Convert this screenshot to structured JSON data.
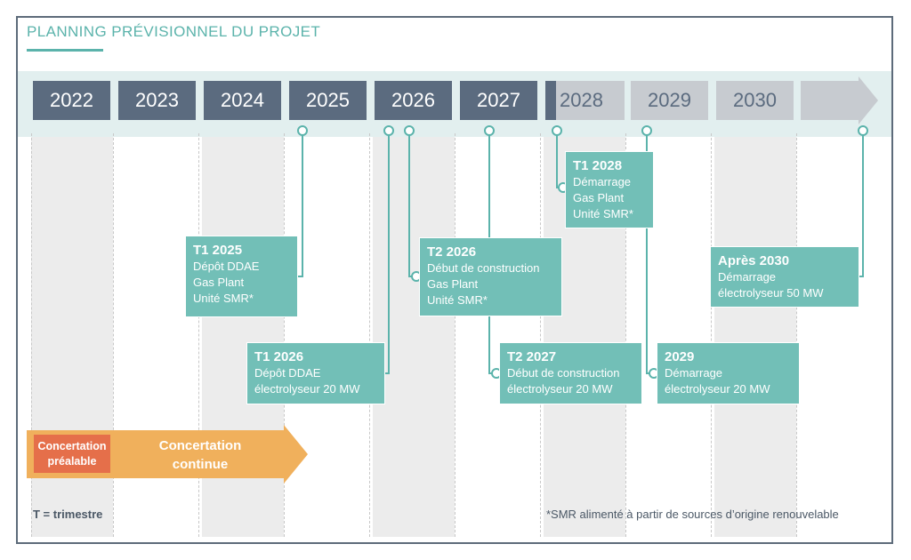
{
  "title": "PLANNING PRÉVISIONNEL DU PROJET",
  "years": [
    "2022",
    "2023",
    "2024",
    "2025",
    "2026",
    "2027",
    "2028",
    "2029",
    "2030"
  ],
  "milestones": [
    {
      "title": "T1 2025",
      "lines": [
        "Dépôt DDAE",
        "Gas Plant",
        "Unité SMR*"
      ]
    },
    {
      "title": "T1 2026",
      "lines": [
        "Dépôt DDAE",
        "électrolyseur 20 MW"
      ]
    },
    {
      "title": "T2 2026",
      "lines": [
        "Début de construction",
        "Gas Plant",
        "Unité SMR*"
      ]
    },
    {
      "title": "T2 2027",
      "lines": [
        "Début de construction",
        "électrolyseur 20 MW"
      ]
    },
    {
      "title": "T1 2028",
      "lines": [
        "Démarrage",
        "Gas Plant",
        "Unité SMR*"
      ]
    },
    {
      "title": "2029",
      "lines": [
        "Démarrage",
        "électrolyseur 20 MW"
      ]
    },
    {
      "title": "Après 2030",
      "lines": [
        "Démarrage",
        "électrolyseur 50 MW"
      ]
    }
  ],
  "concertation": {
    "prealable_line1": "Concertation",
    "prealable_line2": "préalable",
    "continue_line1": "Concertation",
    "continue_line2": "continue"
  },
  "legend": "T = trimestre",
  "footnote": "*SMR alimenté à partir de sources d’origine renouvelable",
  "colors": {
    "accent": "#5bb3ab",
    "card": "#72bfb7",
    "year_past": "#5b6b7f",
    "year_future": "#c7cbd0",
    "concertation_continue": "#f0b05c",
    "concertation_prealable": "#e56f4a"
  }
}
